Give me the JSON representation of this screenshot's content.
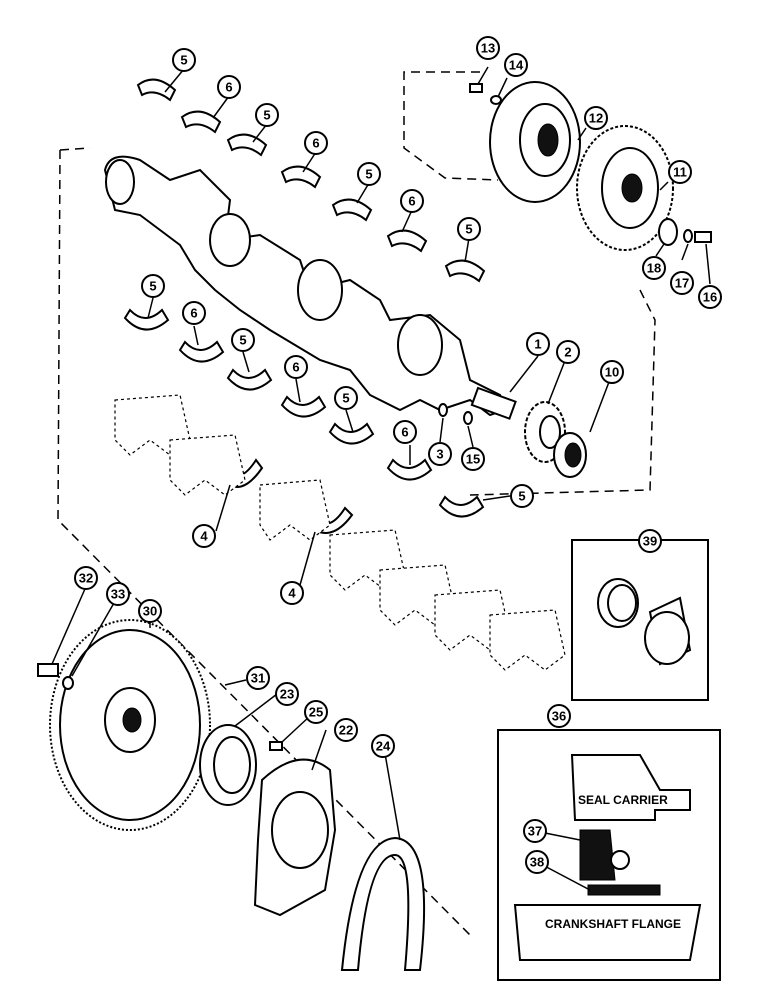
{
  "callouts": [
    {
      "id": "c5a",
      "label": "5"
    },
    {
      "id": "c6a",
      "label": "6"
    },
    {
      "id": "c5b",
      "label": "5"
    },
    {
      "id": "c6b",
      "label": "6"
    },
    {
      "id": "c5c",
      "label": "5"
    },
    {
      "id": "c6c",
      "label": "6"
    },
    {
      "id": "c5d",
      "label": "5"
    },
    {
      "id": "c13",
      "label": "13"
    },
    {
      "id": "c14",
      "label": "14"
    },
    {
      "id": "c12",
      "label": "12"
    },
    {
      "id": "c11",
      "label": "11"
    },
    {
      "id": "c18",
      "label": "18"
    },
    {
      "id": "c17",
      "label": "17"
    },
    {
      "id": "c16",
      "label": "16"
    },
    {
      "id": "c5e",
      "label": "5"
    },
    {
      "id": "c6d",
      "label": "6"
    },
    {
      "id": "c5f",
      "label": "5"
    },
    {
      "id": "c6e",
      "label": "6"
    },
    {
      "id": "c5g",
      "label": "5"
    },
    {
      "id": "c6f",
      "label": "6"
    },
    {
      "id": "c1",
      "label": "1"
    },
    {
      "id": "c2",
      "label": "2"
    },
    {
      "id": "c10",
      "label": "10"
    },
    {
      "id": "c3",
      "label": "3"
    },
    {
      "id": "c15",
      "label": "15"
    },
    {
      "id": "c5h",
      "label": "5"
    },
    {
      "id": "c4a",
      "label": "4"
    },
    {
      "id": "c4b",
      "label": "4"
    },
    {
      "id": "c39",
      "label": "39"
    },
    {
      "id": "c32",
      "label": "32"
    },
    {
      "id": "c33",
      "label": "33"
    },
    {
      "id": "c30",
      "label": "30"
    },
    {
      "id": "c31",
      "label": "31"
    },
    {
      "id": "c23",
      "label": "23"
    },
    {
      "id": "c25",
      "label": "25"
    },
    {
      "id": "c22",
      "label": "22"
    },
    {
      "id": "c24",
      "label": "24"
    },
    {
      "id": "c36",
      "label": "36"
    },
    {
      "id": "c37",
      "label": "37"
    },
    {
      "id": "c38",
      "label": "38"
    }
  ],
  "inset_text": {
    "seal_carrier": "SEAL CARRIER",
    "crankshaft_flange": "CRANKSHAFT FLANGE"
  }
}
